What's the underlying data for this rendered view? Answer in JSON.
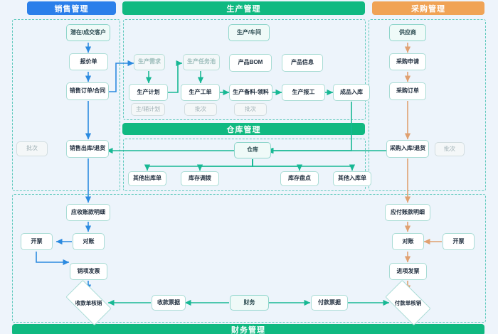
{
  "headers": {
    "sales": {
      "label": "销售管理",
      "color": "#2b7fea"
    },
    "production": {
      "label": "生产管理",
      "color": "#10b981"
    },
    "procurement": {
      "label": "采购管理",
      "color": "#f0a355"
    },
    "warehouse": {
      "label": "仓库管理",
      "color": "#10b981"
    },
    "finance": {
      "label": "财务管理",
      "color": "#10b981"
    }
  },
  "sales": {
    "customer": "潜在/成交客户",
    "quotation": "报价单",
    "order": "销售订单/合同",
    "outbound": "销售出库/退货",
    "batch_tag": "批次"
  },
  "production": {
    "workshop": "生产/车间",
    "demand": "生产需求",
    "task_pool": "生产任务池",
    "bom": "产品BOM",
    "product_info": "产品信息",
    "plan": "生产计划",
    "work_order": "生产工单",
    "material_prep": "生产备料-领料",
    "report": "生产报工",
    "finished_inbound": "成品入库",
    "plan_tag": "主/辅计划",
    "wo_batch_tag": "批次",
    "mat_batch_tag": "批次"
  },
  "procurement": {
    "supplier": "供应商",
    "requisition": "采购申请",
    "order": "采购订单",
    "inbound": "采购入库/退货",
    "batch_tag": "批次"
  },
  "warehouse": {
    "hub": "仓库",
    "other_outbound": "其他出库单",
    "transfer": "库存调拨",
    "stocktake": "库存盘点",
    "other_inbound": "其他入库单"
  },
  "finance": {
    "ar_detail": "应收账款明细",
    "ar_recon": "对账",
    "ar_invoice_btn": "开票",
    "sales_invoice": "销项发票",
    "receipt_writeoff": "收款单核销",
    "receipt_doc": "收款票据",
    "finance_hub": "财务",
    "payment_doc": "付款票据",
    "ap_detail": "应付账款明细",
    "ap_recon": "对账",
    "ap_invoice_btn": "开票",
    "purchase_invoice": "进项发票",
    "payment_writeoff": "付款单核销"
  },
  "colors": {
    "blue_arrow": "#2b8ae0",
    "green_arrow": "#18b894",
    "orange_arrow": "#e0a070",
    "dashed_border": "#5ec9bd"
  }
}
